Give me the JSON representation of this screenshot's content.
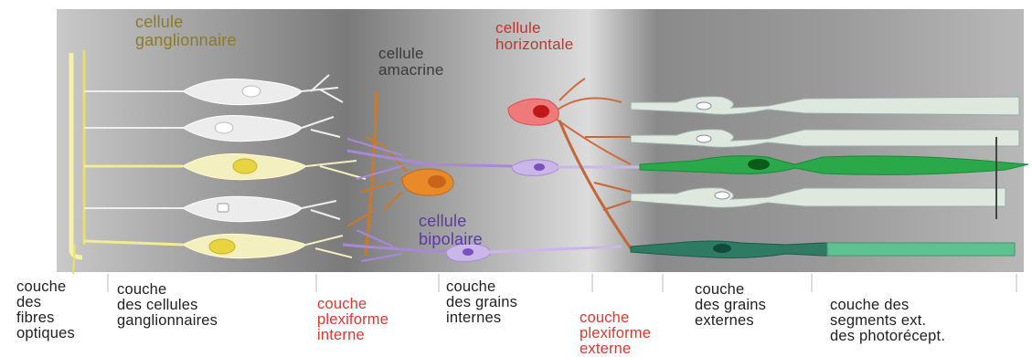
{
  "colors": {
    "ganglion": "#e8e48a",
    "amacrine": "#e8892a",
    "horizontal": "#f07a7a",
    "bipolar": "#a889d8",
    "cone_green": "#2aa84a",
    "rod": "#c8d8cc",
    "red_labels": "#e0362f",
    "olive_labels": "#8a7a2a"
  },
  "top_labels": {
    "ganglion": "cellule\nganglionnaire",
    "amacrine": "cellule\namacrine",
    "horizontal": "cellule\nhorizontale",
    "bipolar": "cellule\nbipolaire"
  },
  "layers": [
    {
      "label": "couche\ndes\nfibres\noptiques",
      "color": "black"
    },
    {
      "label": "couche\ndes cellules\nganglionnaires",
      "color": "black"
    },
    {
      "label": "couche\nplexiforme\ninterne",
      "color": "red"
    },
    {
      "label": "couche\ndes grains\ninternes",
      "color": "black"
    },
    {
      "label": "couche\nplexiforme\nexterne",
      "color": "red"
    },
    {
      "label": "couche\ndes grains\nexternes",
      "color": "black"
    },
    {
      "label": "couche des\nsegments ext.\ndes photorécept.",
      "color": "black"
    }
  ]
}
